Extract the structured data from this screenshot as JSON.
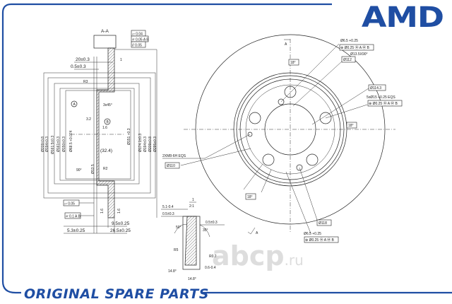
{
  "brand": {
    "logo": "AMD",
    "footer": "ORIGINAL SPARE PARTS",
    "color": "#1f4ea3",
    "watermark": "abcp",
    "watermark_tld": ".ru"
  },
  "section": {
    "title": "A-A",
    "gdt_top": [
      "▱ 0.04",
      "⌭ 0.05 A B",
      "// 0.05"
    ],
    "item_no": "1",
    "dims_h": {
      "d20": "20±0.3",
      "d05": "0.5±0.3",
      "d95": "9.5±0.25",
      "d53": "5.3±0.25",
      "d265": "26.5±0.25",
      "d324": "(32.4)"
    },
    "dims_v_left": [
      "Ø209±0.8",
      "Ø194±0.3",
      "Ø161.5±0.3",
      "Ø161±0.3",
      "Ø150±0.3",
      "Ø68.5 +0.074"
    ],
    "dims_v_right": [
      "Ø151 +0.3",
      "Ø174.1±0.3",
      "Ø194±0.3",
      "Ø209±0.8",
      "Ø295±0.3"
    ],
    "radii": {
      "r3": "R3",
      "r2": "R2"
    },
    "chamfer": "3x45°",
    "angle": "90°",
    "hole": "Ø13.5",
    "datums": [
      "A",
      "B"
    ],
    "roughness": [
      "3.2",
      "1.6",
      "1.6",
      "1.6"
    ],
    "gdt_bottom": [
      "▱ 0.05",
      "⌭ 0.1 A B"
    ]
  },
  "front": {
    "section_mark": "A",
    "section_mark_bottom": "A",
    "angle_top": "18°",
    "angle_right": "18°",
    "angle_bottom": "18°",
    "hole_top": "Ø6.5 +0.25",
    "hole_top_gdt": "⊕ Ø0.25 Ⓜ A Ⓜ B",
    "countersink": "Ø13.5X90°",
    "pcd_112": "Ø112",
    "pcd_114": "Ø114.3",
    "bolt_holes": "5xØ15 +0.25 EQS",
    "bolt_holes_gdt": "⊕ Ø0.25 Ⓜ A Ⓜ B",
    "threads": "2XM8-6H EQS",
    "pcd_110": "Ø110",
    "pcd_118": "Ø118",
    "hole_bottom": "Ø6.5 +0.25",
    "hole_bottom_gdt": "⊕ Ø0.25 Ⓜ A Ⓜ B"
  },
  "detail": {
    "item": "1",
    "scale": "2:1",
    "d51": "5.1-0.4",
    "d05a": "0.5±0.3",
    "d05b": "0.5±0.3",
    "a50": "50°",
    "a35": "35°",
    "r5": "R5",
    "r02": "R0.2",
    "d06": "0.6-0.4",
    "a148a": "14.8°",
    "a148b": "14.8°"
  }
}
